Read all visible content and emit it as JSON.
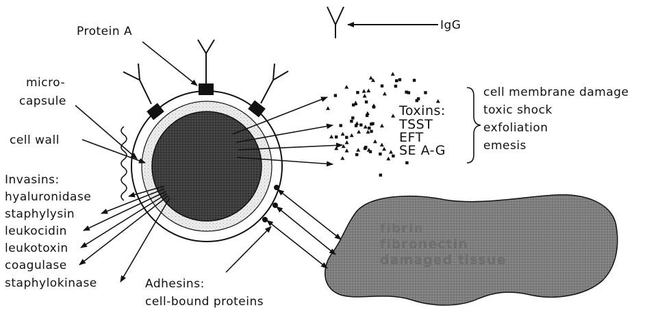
{
  "labels": {
    "protein_a": "Protein A",
    "igg": "IgG",
    "microcapsule_line1": "micro-",
    "microcapsule_line2": "capsule",
    "cell_wall": "cell wall",
    "invasins_title": "Invasins:",
    "invasins": [
      "hyaluronidase",
      "staphylysin",
      "leukocidin",
      "leukotoxin",
      "coagulase",
      "staphylokinase"
    ],
    "toxins_title": "Toxins:",
    "toxins": [
      "TSST",
      "EFT",
      "SE A-G"
    ],
    "effects": [
      "cell membrane damage",
      "toxic shock",
      "exfoliation",
      "emesis"
    ],
    "adhesins_title": "Adhesins:",
    "adhesins_sub": "cell-bound proteins",
    "host_proteins": [
      "fibrin",
      "fibronectin",
      "damaged tissue"
    ]
  }
}
